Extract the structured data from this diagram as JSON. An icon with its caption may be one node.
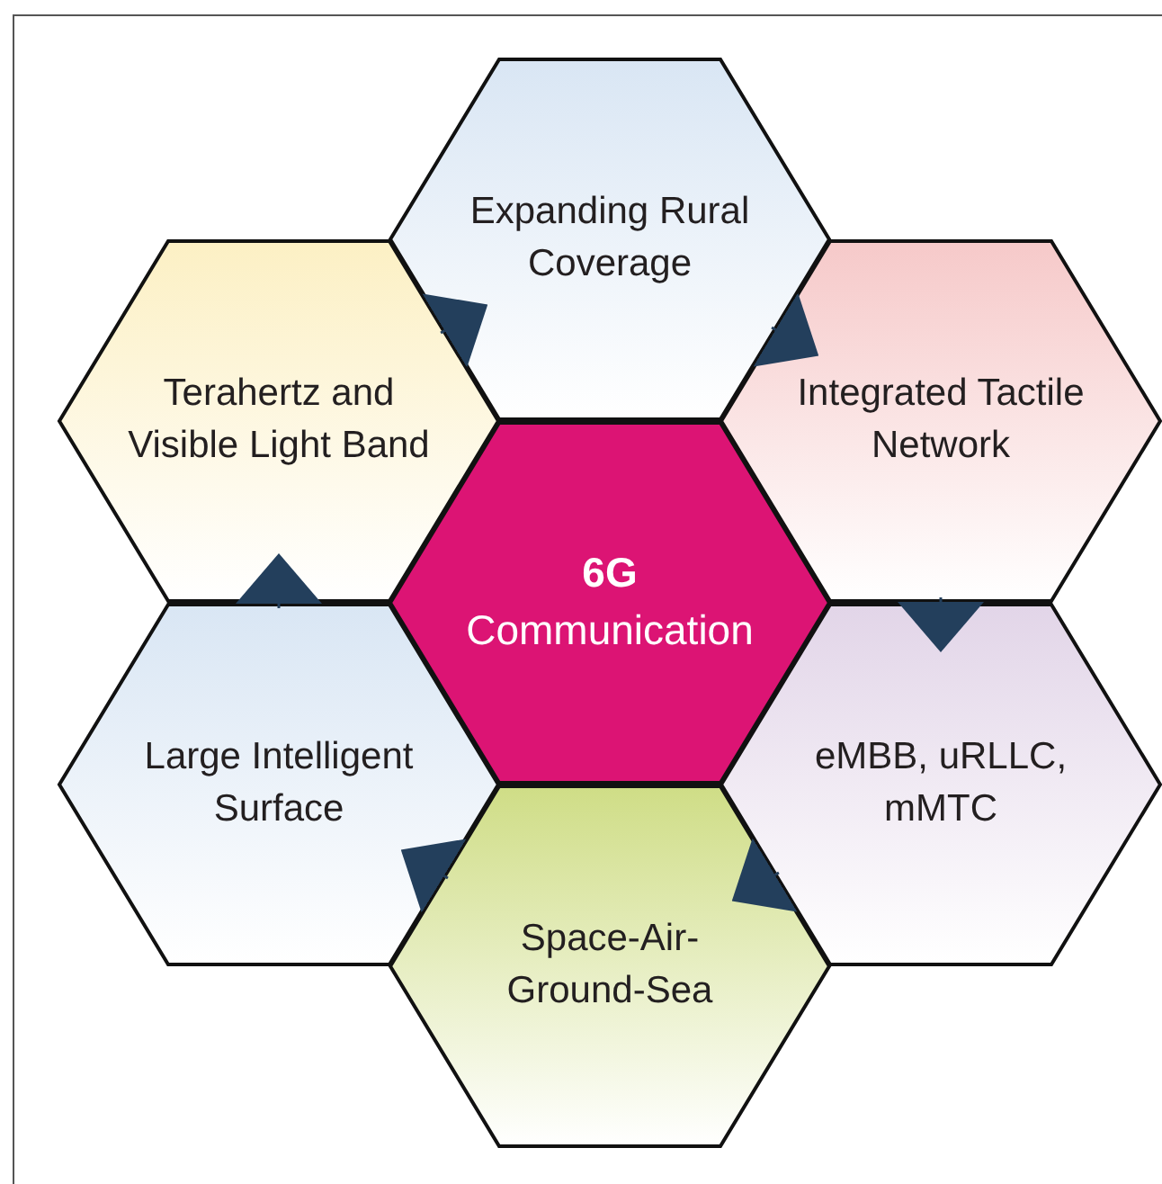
{
  "diagram": {
    "nodes": [
      {
        "text": [
          "Expanding Rural Coverage"
        ]
      },
      {
        "text": [
          "Terahertz and Visible Light Band"
        ]
      },
      {
        "text": [
          "Integrated Tactile Network"
        ]
      },
      {
        "text": [
          "6G",
          "Communication"
        ]
      },
      {
        "text": [
          "Large Intelligent Surface"
        ]
      },
      {
        "text": [
          "eMBB, uRLLC, mMTC"
        ]
      },
      {
        "text": [
          "Space-Air-Ground-Sea"
        ]
      }
    ],
    "edges": [
      {
        "from": 1,
        "to": 0,
        "arrow": "to"
      },
      {
        "from": 0,
        "to": 2,
        "arrow": "to"
      },
      {
        "from": 2,
        "to": 5,
        "arrow": "to"
      },
      {
        "from": 5,
        "to": 6,
        "arrow": "to"
      },
      {
        "from": 6,
        "to": 4,
        "arrow": "to"
      },
      {
        "from": 4,
        "to": 1,
        "arrow": "to"
      }
    ]
  }
}
